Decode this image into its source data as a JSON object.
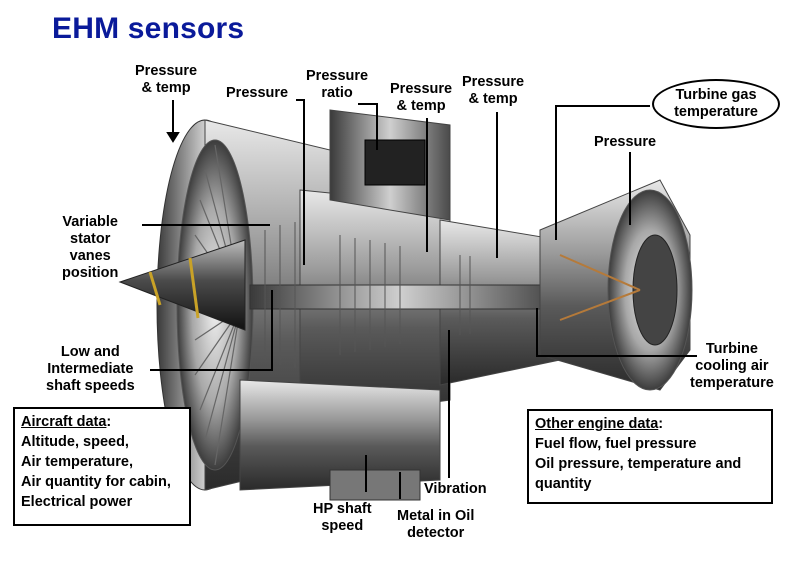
{
  "title": "EHM sensors",
  "labels": {
    "pressure_temp_1": [
      "Pressure",
      "& temp"
    ],
    "pressure_1": [
      "Pressure"
    ],
    "pressure_ratio": [
      "Pressure",
      "ratio"
    ],
    "pressure_temp_2": [
      "Pressure",
      "& temp"
    ],
    "pressure_temp_3": [
      "Pressure",
      "& temp"
    ],
    "turbine_gas_temp": [
      "Turbine gas",
      "temperature"
    ],
    "pressure_2": [
      "Pressure"
    ],
    "variable_stator": [
      "Variable",
      "stator",
      "vanes",
      "position"
    ],
    "shaft_speeds": [
      "Low and",
      "Intermediate",
      "shaft speeds"
    ],
    "turbine_cooling": [
      "Turbine",
      "cooling air",
      "temperature"
    ],
    "vibration": [
      "Vibration"
    ],
    "hp_shaft": [
      "HP shaft",
      "speed"
    ],
    "metal_oil": [
      "Metal in Oil",
      "detector"
    ]
  },
  "aircraft_box": {
    "heading": "Aircraft data",
    "colon": ":",
    "lines": [
      "Altitude, speed,",
      "Air temperature,",
      "Air quantity for cabin,",
      "Electrical power"
    ]
  },
  "engine_box": {
    "heading": "Other engine data",
    "colon": ":",
    "lines": [
      "Fuel flow, fuel pressure",
      "Oil pressure, temperature and",
      "quantity"
    ]
  }
}
